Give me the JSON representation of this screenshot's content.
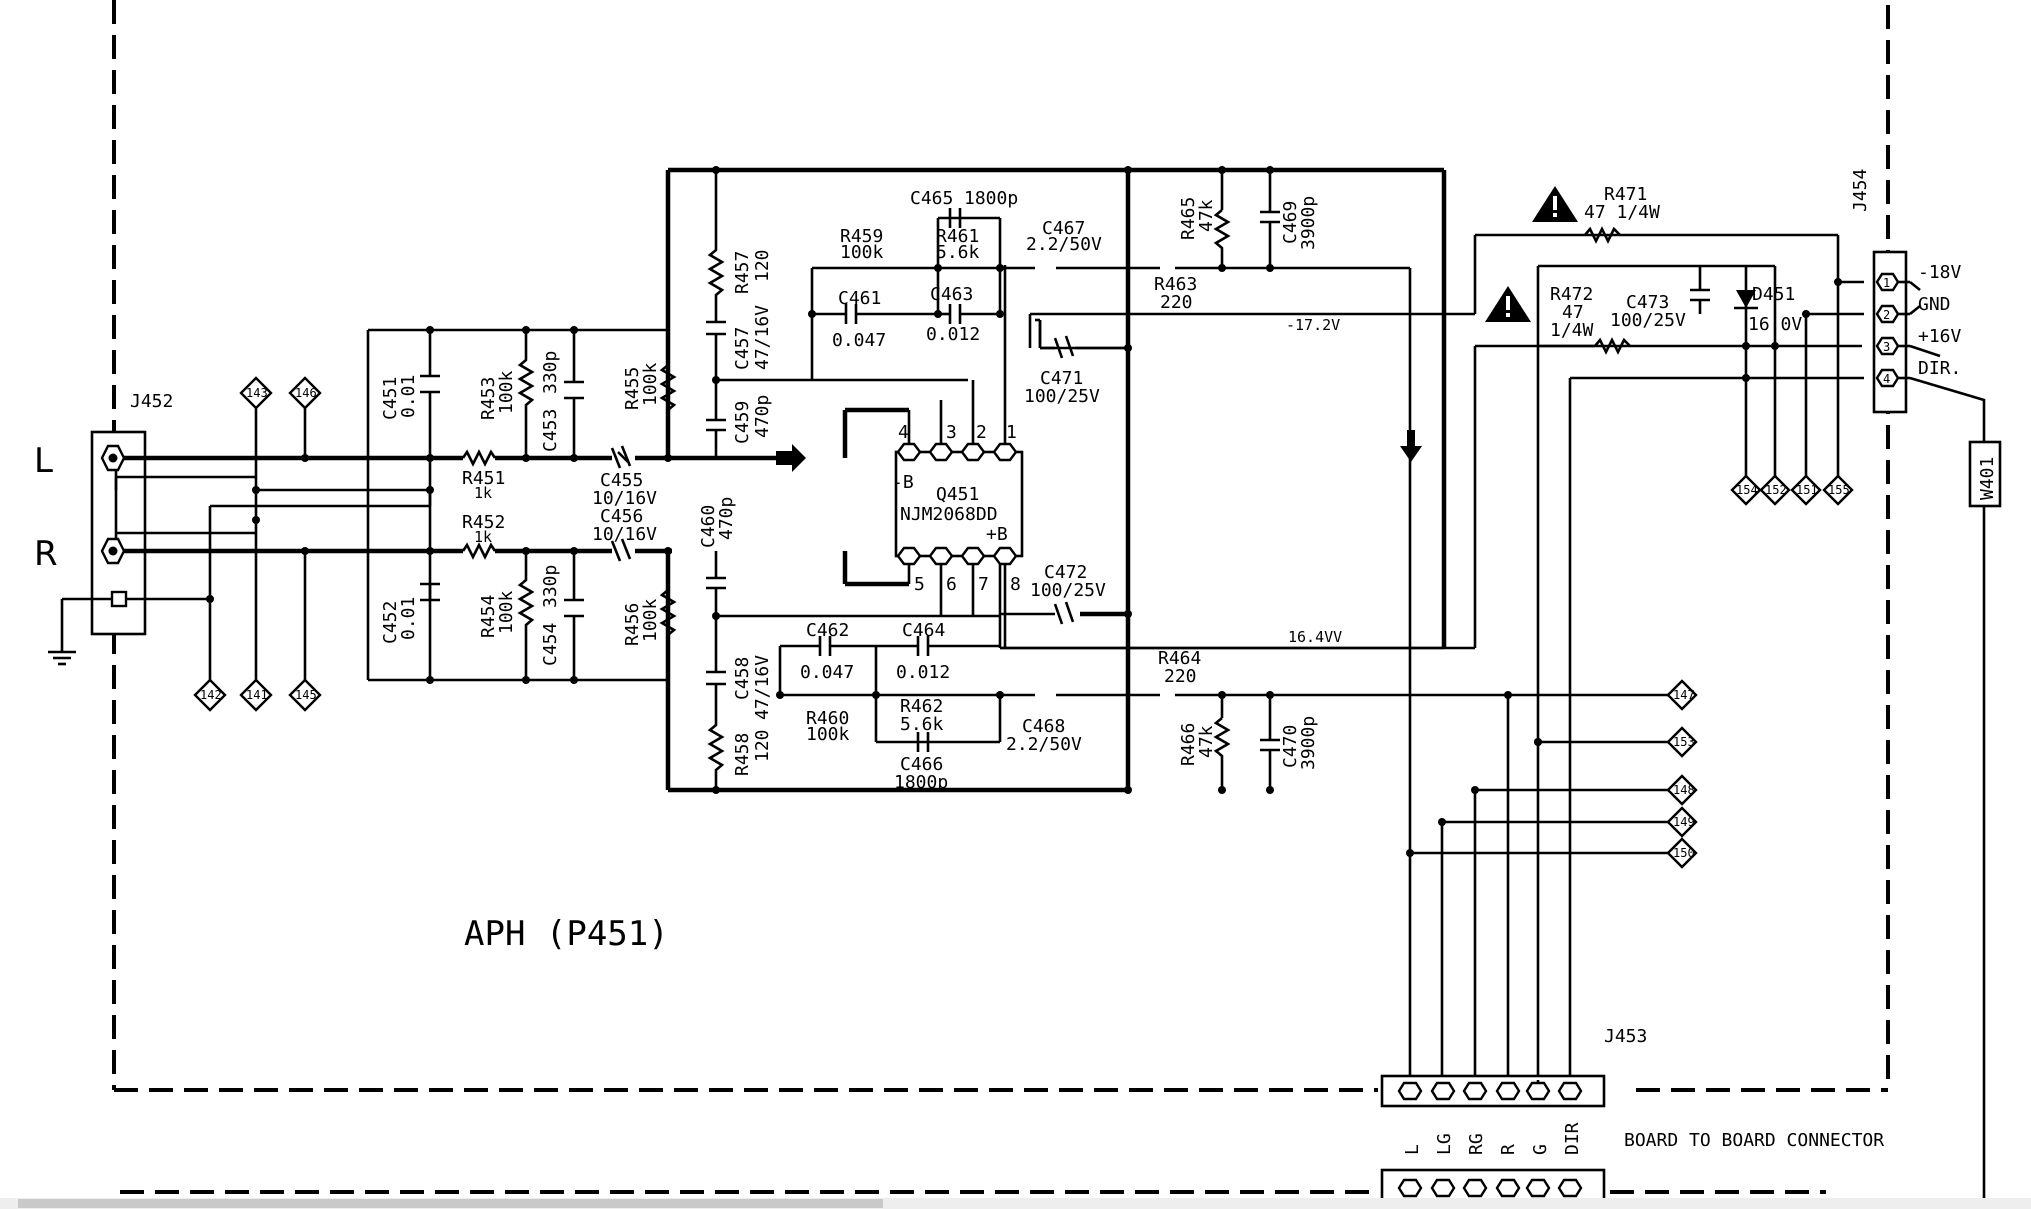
{
  "board_title": "APH (P451)",
  "connector_caption": "BOARD TO BOARD CONNECTOR",
  "channels": {
    "left": "L",
    "right": "R"
  },
  "connectors": {
    "j452": "J452",
    "j453": "J453",
    "j454": "J454",
    "w401": "W401"
  },
  "j453_pins": [
    "L",
    "LG",
    "RG",
    "R",
    "G",
    "DIR"
  ],
  "j454_pins": [
    {
      "num": "1",
      "label": "-18V"
    },
    {
      "num": "2",
      "label": "GND"
    },
    {
      "num": "3",
      "label": "+16V"
    },
    {
      "num": "4",
      "label": "DIR."
    }
  ],
  "ic": {
    "ref": "Q451",
    "part": "NJM2068DD",
    "neg_supply": "-B",
    "pos_supply": "+B",
    "top_pins": [
      "4",
      "3",
      "2",
      "1"
    ],
    "bottom_pins": [
      "5",
      "6",
      "7",
      "8"
    ]
  },
  "voltages": {
    "neg_rail": "-17.2V",
    "pos_rail": "16.4VV"
  },
  "diode": {
    "ref": "D451",
    "value": "16.0V"
  },
  "resistors": {
    "r451": {
      "ref": "R451",
      "value": "1k"
    },
    "r452": {
      "ref": "R452",
      "value": "1k"
    },
    "r453": {
      "ref": "R453",
      "value": "100k"
    },
    "r454": {
      "ref": "R454",
      "value": "100k"
    },
    "r455": {
      "ref": "R455",
      "value": "100k"
    },
    "r456": {
      "ref": "R456",
      "value": "100k"
    },
    "r457": {
      "ref": "R457",
      "value": "120"
    },
    "r458": {
      "ref": "R458",
      "value": "120"
    },
    "r459": {
      "ref": "R459",
      "value": "100k"
    },
    "r460": {
      "ref": "R460",
      "value": "100k"
    },
    "r461": {
      "ref": "R461",
      "value": "5.6k"
    },
    "r462": {
      "ref": "R462",
      "value": "5.6k"
    },
    "r463": {
      "ref": "R463",
      "value": "220"
    },
    "r464": {
      "ref": "R464",
      "value": "220"
    },
    "r465": {
      "ref": "R465",
      "value": "47k"
    },
    "r466": {
      "ref": "R466",
      "value": "47k"
    },
    "r471": {
      "ref": "R471",
      "value": "47 1/4W"
    },
    "r472": {
      "ref": "R472",
      "value": "47",
      "power": "1/4W"
    }
  },
  "capacitors": {
    "c451": {
      "ref": "C451",
      "value": "0.01"
    },
    "c452": {
      "ref": "C452",
      "value": "0.01"
    },
    "c453": {
      "ref": "C453",
      "value": "330p"
    },
    "c454": {
      "ref": "C454",
      "value": "330p"
    },
    "c455": {
      "ref": "C455",
      "value": "10/16V"
    },
    "c456": {
      "ref": "C456",
      "value": "10/16V"
    },
    "c457": {
      "ref": "C457",
      "value": "47/16V"
    },
    "c458": {
      "ref": "C458",
      "value": "47/16V"
    },
    "c459": {
      "ref": "C459",
      "value": "470p"
    },
    "c460": {
      "ref": "C460",
      "value": "470p"
    },
    "c461": {
      "ref": "C461",
      "value": "0.047"
    },
    "c462": {
      "ref": "C462",
      "value": "0.047"
    },
    "c463": {
      "ref": "C463",
      "value": "0.012"
    },
    "c464": {
      "ref": "C464",
      "value": "0.012"
    },
    "c465": {
      "ref": "C465",
      "value": "1800p"
    },
    "c466": {
      "ref": "C466",
      "value": "1800p"
    },
    "c467": {
      "ref": "C467",
      "value": "2.2/50V"
    },
    "c468": {
      "ref": "C468",
      "value": "2.2/50V"
    },
    "c469": {
      "ref": "C469",
      "value": "3900p"
    },
    "c470": {
      "ref": "C470",
      "value": "3900p"
    },
    "c471": {
      "ref": "C471",
      "value": "100/25V"
    },
    "c472": {
      "ref": "C472",
      "value": "100/25V"
    },
    "c473": {
      "ref": "C473",
      "value": "100/25V"
    }
  },
  "test_points": [
    "143",
    "146",
    "142",
    "141",
    "145",
    "147",
    "153",
    "148",
    "149",
    "150",
    "154",
    "152",
    "151",
    "155"
  ]
}
